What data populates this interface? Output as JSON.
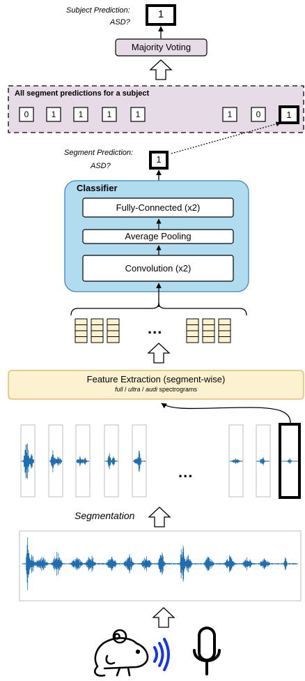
{
  "top": {
    "subject_label_line1": "Subject Prediction:",
    "subject_label_line2": "ASD?",
    "subject_value": "1",
    "majority_voting": "Majority Voting"
  },
  "segment_panel": {
    "title": "All segment predictions for a subject",
    "values_left": [
      "0",
      "1",
      "1",
      "1",
      "1"
    ],
    "values_right": [
      "1",
      "0",
      "1"
    ]
  },
  "segment_prediction": {
    "label_line1": "Segment Prediction:",
    "label_line2": "ASD?",
    "value": "1"
  },
  "classifier": {
    "title": "Classifier",
    "fc": "Fully-Connected (x2)",
    "pool": "Average Pooling",
    "conv": "Convolution (x2)"
  },
  "features": {
    "ellipsis": "..."
  },
  "feature_extraction": {
    "title": "Feature Extraction (segment-wise)",
    "sub_full": "full",
    "sub_sep1": " / ",
    "sub_ultra": "ultra",
    "sub_sep2": " / ",
    "sub_audi": "audi",
    "sub_tail": " spectrograms"
  },
  "segments": {
    "ellipsis": "..."
  },
  "segmentation": {
    "label": "Segmentation"
  },
  "colors": {
    "purple_fill": "#e6dbe6",
    "classifier_fill": "#b1dbee",
    "classifier_stroke": "#3f86b7",
    "feature_fill": "#fdf2d0",
    "feature_stroke": "#d7b55b",
    "waveform": "#1f6fb0",
    "signal_blue": "#1737e6"
  },
  "icons": [
    "up-arrow-icon",
    "mouse-icon",
    "signal-waves-icon",
    "microphone-icon"
  ]
}
